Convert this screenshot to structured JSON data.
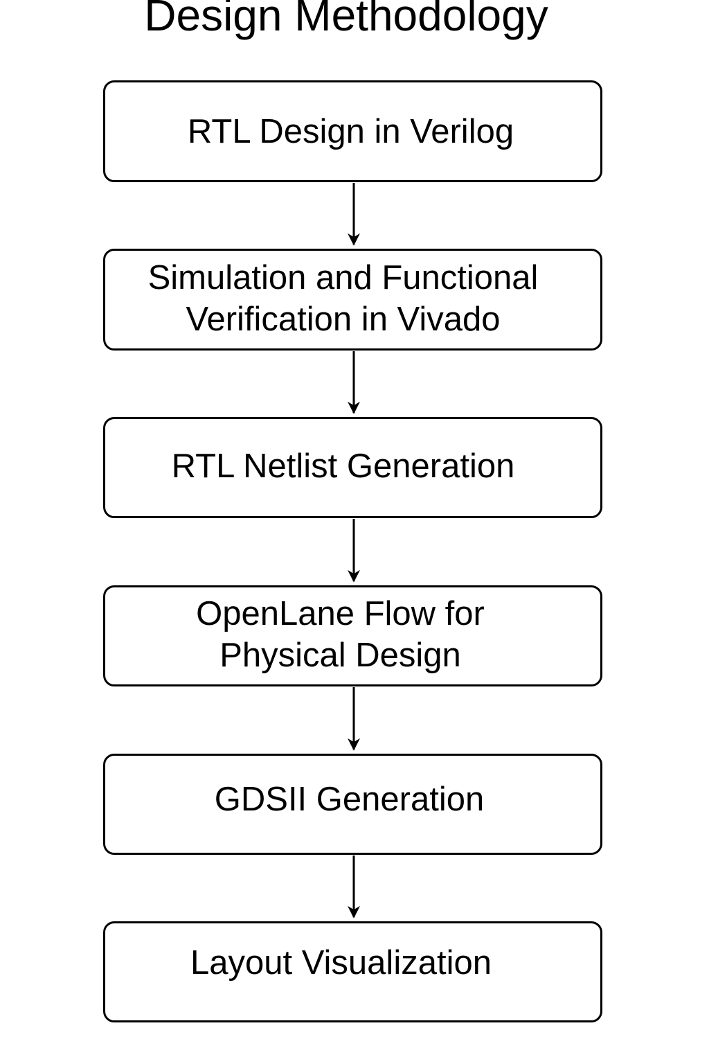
{
  "title": "Design Methodology",
  "steps": [
    {
      "lines": [
        "RTL Design in Verilog"
      ]
    },
    {
      "lines": [
        "Simulation and Functional",
        "Verification in Vivado"
      ]
    },
    {
      "lines": [
        "RTL Netlist Generation"
      ]
    },
    {
      "lines": [
        "OpenLane Flow for",
        "Physical Design"
      ]
    },
    {
      "lines": [
        "GDSII Generation"
      ]
    },
    {
      "lines": [
        "Layout Visualization"
      ]
    }
  ],
  "colors": {
    "stroke": "#000000",
    "background": "#ffffff"
  }
}
